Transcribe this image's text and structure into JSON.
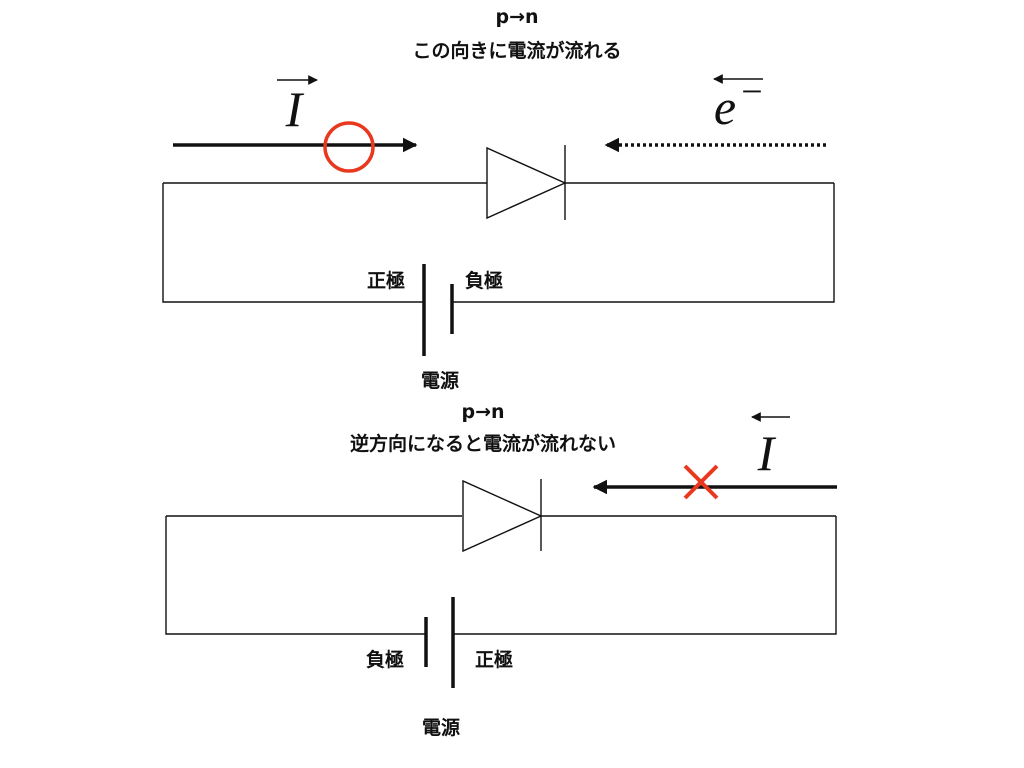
{
  "colors": {
    "ink": "#111111",
    "mark": "#e8391f",
    "background": "#ffffff"
  },
  "top": {
    "caption_line1": "p→n",
    "caption_line2": "この向きに電流が流れる",
    "current_symbol": "I",
    "electron_symbol": "e",
    "electron_superscript": "−",
    "left_terminal": "正極",
    "right_terminal": "負極",
    "source_label": "電源",
    "verdict_icon": "circle-mark-icon"
  },
  "bottom": {
    "caption_line1": "p→n",
    "caption_line2": "逆方向になると電流が流れない",
    "current_symbol": "I",
    "left_terminal": "負極",
    "right_terminal": "正極",
    "source_label": "電源",
    "verdict_icon": "cross-mark-icon"
  }
}
